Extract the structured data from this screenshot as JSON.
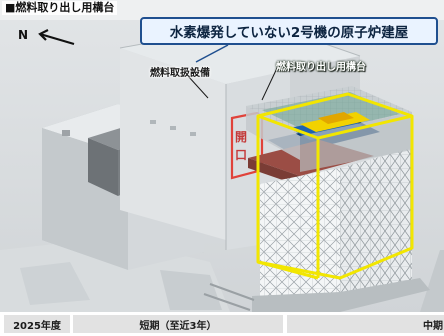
{
  "section_title": "■燃料取り出し用構台",
  "north_label": "N",
  "callout": "水素爆発していない2号機の原子炉建屋",
  "labels": {
    "handling_equipment": "燃料取扱設備",
    "removal_structure": "燃料取り出し用構台",
    "opening_char1": "開",
    "opening_char2": "口"
  },
  "timeline": {
    "year": "2025年度",
    "short_term": "短期（至近3年）",
    "mid_term": "中期"
  },
  "colors": {
    "highlight_frame": "#f2e600",
    "opening_frame": "#e0423a",
    "callout_border": "#1f4f8f"
  }
}
